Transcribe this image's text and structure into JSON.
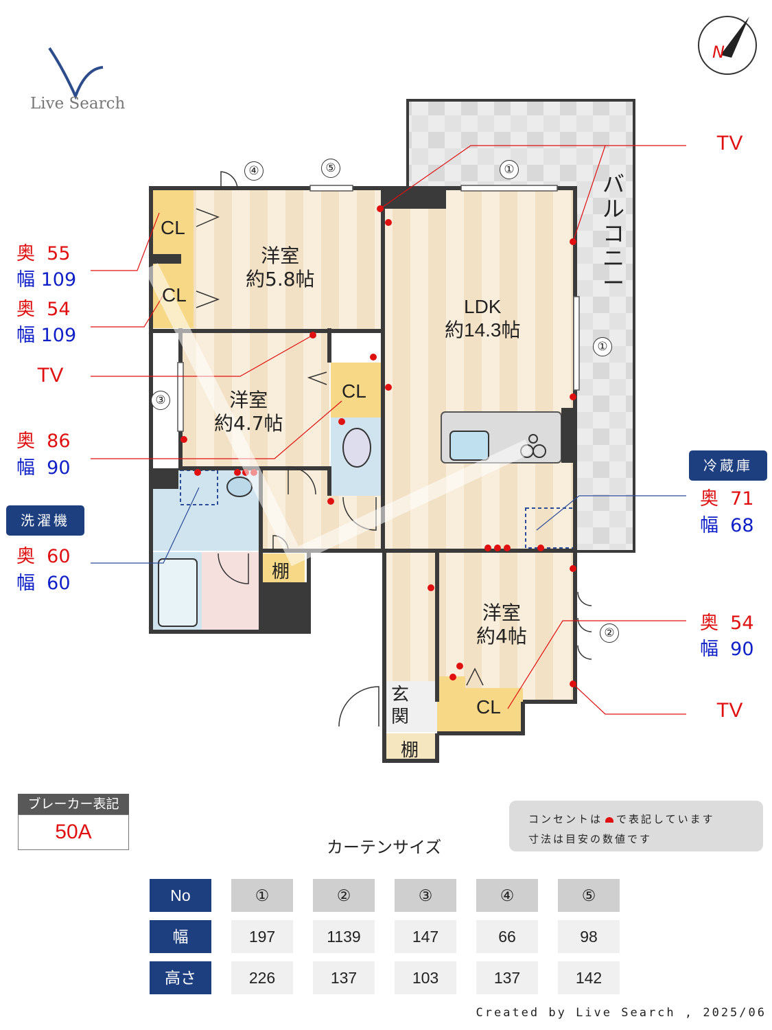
{
  "logo": {
    "text": "Live Search"
  },
  "compass": {
    "letter": "N"
  },
  "rooms": {
    "western1": {
      "name": "洋室",
      "size": "約5.8帖"
    },
    "western2": {
      "name": "洋室",
      "size": "約4.7帖"
    },
    "western3": {
      "name": "洋室",
      "size": "約4帖"
    },
    "ldk": {
      "name": "LDK",
      "size": "約14.3帖"
    },
    "balcony": "バルコニー",
    "entrance": "玄関",
    "shelf": "棚",
    "closet": "CL"
  },
  "window_markers": [
    "①",
    "②",
    "③",
    "④",
    "⑤"
  ],
  "left_notes": [
    {
      "depth_label": "奥",
      "depth": "55",
      "width_label": "幅",
      "width": "109"
    },
    {
      "depth_label": "奥",
      "depth": "54",
      "width_label": "幅",
      "width": "109"
    },
    {
      "depth_label": "奥",
      "depth": "86",
      "width_label": "幅",
      "width": "90"
    },
    {
      "depth_label": "奥",
      "depth": "60",
      "width_label": "幅",
      "width": "60"
    }
  ],
  "right_notes": [
    {
      "depth_label": "奥",
      "depth": "71",
      "width_label": "幅",
      "width": "68"
    },
    {
      "depth_label": "奥",
      "depth": "54",
      "width_label": "幅",
      "width": "90"
    }
  ],
  "tv_label": "TV",
  "washer_tag": "洗濯機",
  "fridge_tag": "冷蔵庫",
  "breaker": {
    "title": "ブレーカー表記",
    "value": "50A"
  },
  "note": {
    "line1a": "コンセントは",
    "line1b": "で表記しています",
    "line2": "寸法は目安の数値です"
  },
  "curtain": {
    "title": "カーテンサイズ",
    "row_headers": [
      "No",
      "幅",
      "高さ"
    ],
    "numbers": [
      "①",
      "②",
      "③",
      "④",
      "⑤"
    ],
    "widths": [
      "197",
      "1139",
      "147",
      "66",
      "98"
    ],
    "heights": [
      "226",
      "137",
      "103",
      "137",
      "142"
    ]
  },
  "footer": "Created by Live Search , 2025/06",
  "colors": {
    "accent_blue": "#1d3f7f",
    "outlet_red": "#e01010",
    "wall": "#3a3a3a",
    "closet": "#f6d886"
  }
}
